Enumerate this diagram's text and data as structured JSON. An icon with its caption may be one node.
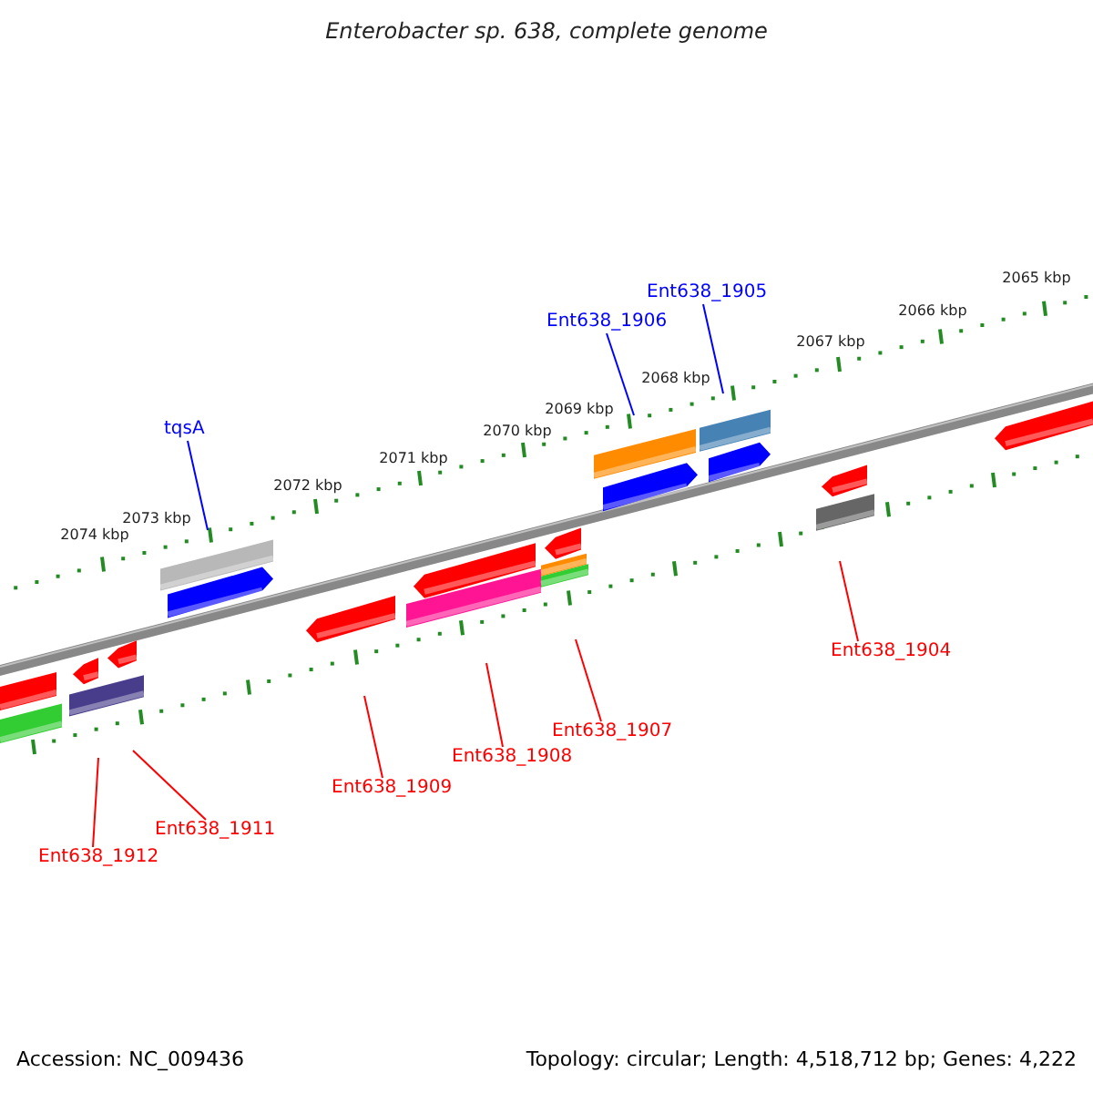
{
  "diagram": {
    "title": "Enterobacter sp. 638, complete genome",
    "nodes": [
      {
        "text": [
          "Ent638_1905"
        ]
      },
      {
        "text": [
          "Ent638_1906"
        ]
      },
      {
        "text": [
          "tqsA"
        ]
      },
      {
        "text": [
          "Ent638_1904"
        ]
      },
      {
        "text": [
          "Ent638_1907"
        ]
      },
      {
        "text": [
          "Ent638_1908"
        ]
      },
      {
        "text": [
          "Ent638_1909"
        ]
      },
      {
        "text": [
          "Ent638_1911"
        ]
      },
      {
        "text": [
          "Ent638_1912"
        ]
      }
    ],
    "edges": [
      {
        "from": 0,
        "to": null,
        "arrow": "none",
        "color": "#0000ff"
      },
      {
        "from": 1,
        "to": null,
        "arrow": "none",
        "color": "#0000ff"
      },
      {
        "from": 2,
        "to": null,
        "arrow": "none",
        "color": "#0000ff"
      },
      {
        "from": 3,
        "to": null,
        "arrow": "none"
      },
      {
        "from": 4,
        "to": null,
        "arrow": "none"
      },
      {
        "from": 5,
        "to": null,
        "arrow": "none"
      },
      {
        "from": 6,
        "to": null,
        "arrow": "none"
      },
      {
        "from": 7,
        "to": null,
        "arrow": "none"
      },
      {
        "from": 8,
        "to": null,
        "arrow": "none"
      }
    ],
    "labels": [
      "2065 kbp",
      "2066 kbp",
      "2067 kbp",
      "2068 kbp",
      "2069 kbp",
      "2070 kbp",
      "2071 kbp",
      "2072 kbp",
      "2073 kbp",
      "2074 kbp",
      "Accession: NC_009436",
      "Topology: circular; Length: 4,518,712 bp; Genes: 4,222"
    ]
  }
}
